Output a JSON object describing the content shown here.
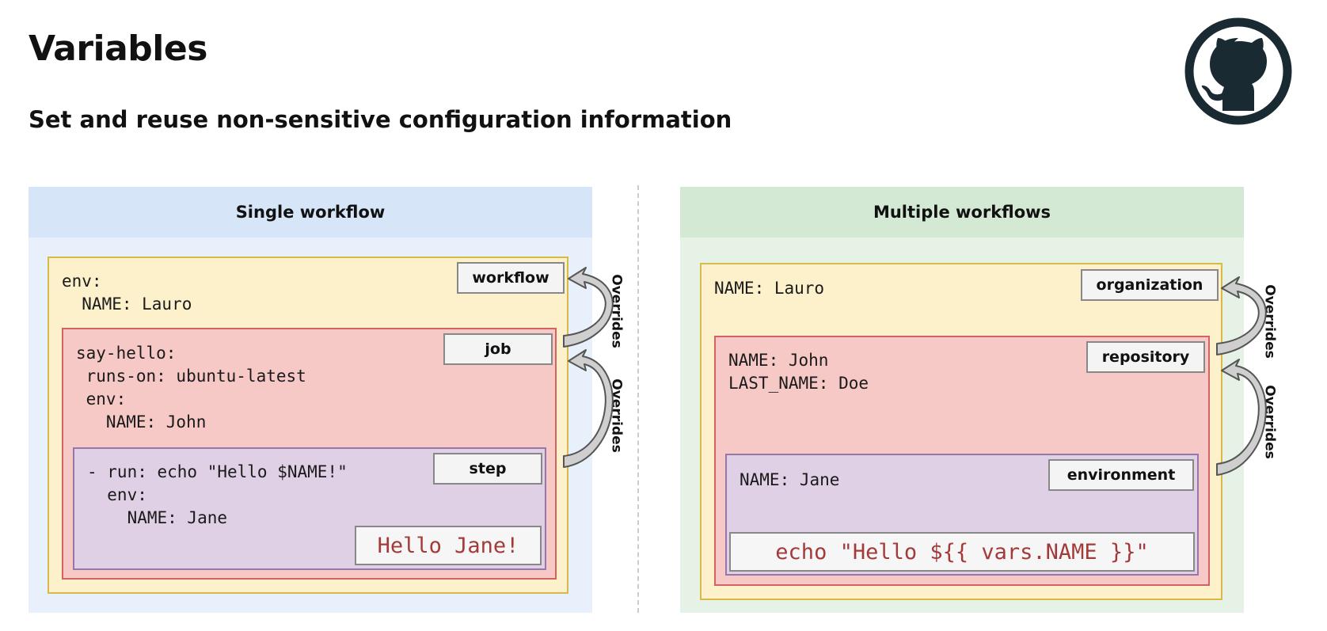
{
  "slide": {
    "title": "Variables",
    "subtitle": "Set and reuse non-sensitive configuration information"
  },
  "logo": {
    "icon": "github-octocat-icon",
    "ring_color": "#1a2a33"
  },
  "single_workflow": {
    "header": "Single workflow",
    "workflow_code": "env:\n  NAME: Lauro",
    "workflow_tag": "workflow",
    "job_code": "say-hello:\n runs-on: ubuntu-latest\n env:\n   NAME: John",
    "job_tag": "job",
    "step_code": "- run: echo \"Hello $NAME!\"\n  env:\n    NAME: Jane",
    "step_tag": "step",
    "output": "Hello Jane!",
    "overrides_1": "Overrides",
    "overrides_2": "Overrides"
  },
  "multiple_workflows": {
    "header": "Multiple workflows",
    "org_code": "NAME: Lauro",
    "org_tag": "organization",
    "repo_code": "NAME: John\nLAST_NAME: Doe",
    "repo_tag": "repository",
    "env_code": "NAME: Jane",
    "env_tag": "environment",
    "expression": "echo \"Hello ${{ vars.NAME }}\"",
    "overrides_1": "Overrides",
    "overrides_2": "Overrides"
  },
  "colors": {
    "blue_header": "#d6e5f8",
    "blue_panel": "#e8f1fb",
    "green_header": "#d3e9d3",
    "green_panel": "#e6f2e5",
    "yellow_box": "#fdf1cc",
    "yellow_border": "#d9b948",
    "red_box": "#f6c8c6",
    "red_border": "#d46262",
    "purple_box": "#e0d0e5",
    "purple_border": "#9876aa",
    "output_text": "#a33a3a"
  }
}
